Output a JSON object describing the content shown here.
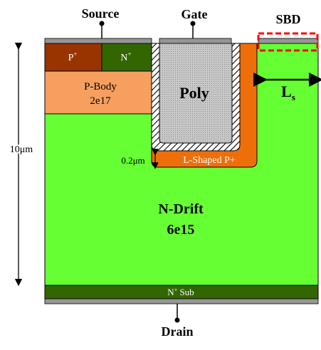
{
  "labels": {
    "source": "Source",
    "gate": "Gate",
    "sbd": "SBD",
    "drain": "Drain",
    "p_plus": "P",
    "p_plus_sup": "+",
    "n_plus": "N",
    "n_plus_sup": "+",
    "p_body": "P-Body",
    "p_body_doping": "2e17",
    "poly": "Poly",
    "ls": "L",
    "ls_sub": "s",
    "l_shaped_p": "L-Shaped P+",
    "thickness_02": "0.2μm",
    "height_10": "10μm",
    "n_drift": "N-Drift",
    "n_drift_doping": "6e15",
    "n_sub_n": "N",
    "n_sub_sup": "+",
    "n_sub_rest": " Sub"
  },
  "colors": {
    "n_drift": "#66FF33",
    "n_sub": "#336600",
    "n_plus": "#336600",
    "p_plus": "#993300",
    "p_body": "#F79F5F",
    "l_shaped_p": "#EE6F0A",
    "poly": "#C8C8C8",
    "metal": "#969696",
    "sbd_box": "#FF0000"
  }
}
